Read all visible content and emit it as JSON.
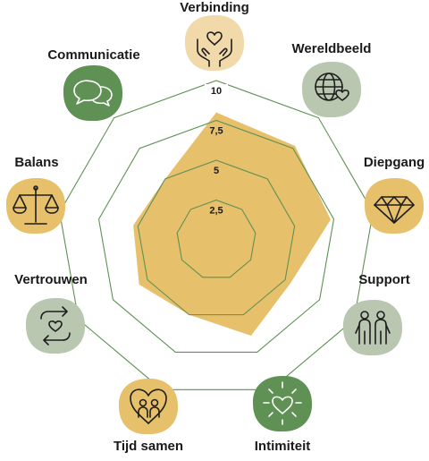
{
  "chart_data": {
    "type": "radar",
    "axes": [
      "Verbinding",
      "Wereldbeeld",
      "Diepgang",
      "Support",
      "Intimiteit",
      "Tijd samen",
      "Vertrouwen",
      "Balans",
      "Communicatie"
    ],
    "values": [
      8.0,
      7.7,
      7.3,
      5.4,
      6.4,
      5.0,
      5.6,
      5.3,
      5.0
    ],
    "rmin": 0,
    "rmax": 10,
    "ticks": [
      "2,5",
      "5",
      "7,5",
      "10"
    ],
    "tick_values": [
      2.5,
      5,
      7.5,
      10
    ],
    "fill_color": "#e7c06b",
    "grid_color": "#5f9054",
    "grid": true,
    "icons": [
      "hands-heart-icon",
      "globe-heart-icon",
      "diamond-icon",
      "two-people-icon",
      "radiant-heart-icon",
      "couple-heart-icon",
      "cycle-heart-icon",
      "scales-icon",
      "speech-bubbles-icon"
    ],
    "badge_colors": [
      "#f1d9aa",
      "#b9c7b0",
      "#e7c06b",
      "#b9c7b0",
      "#5f9054",
      "#e7c06b",
      "#b9c7b0",
      "#e7c06b",
      "#5f9054"
    ]
  }
}
